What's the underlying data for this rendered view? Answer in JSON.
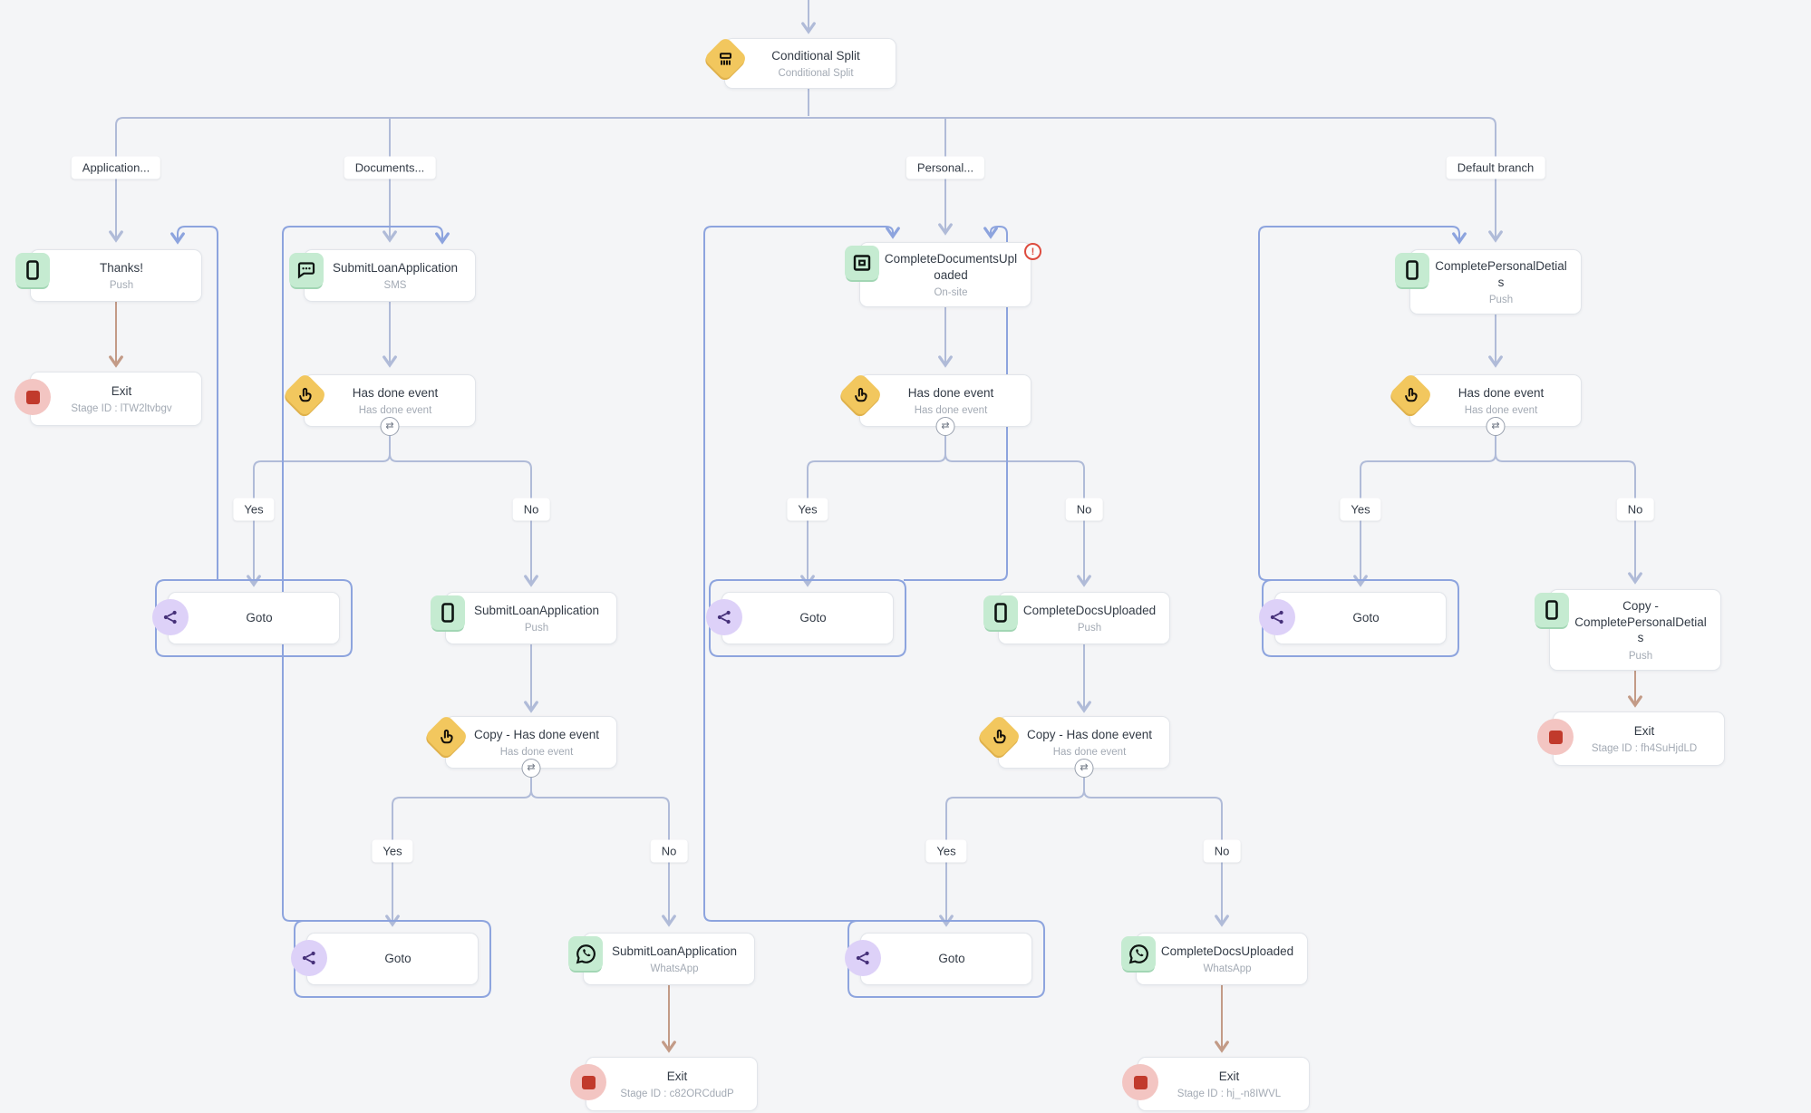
{
  "colors": {
    "background": "#f4f5f7",
    "connector_blue": "#b0bbd8",
    "goto_connector_blue": "#8da4de",
    "exit_connector_brown": "#c39b87",
    "channel_icon_green": "#c5ebd1",
    "event_icon_amber": "#f2c75e",
    "goto_icon_purple": "#ddd1f8",
    "exit_icon_pink": "#f3c5c2",
    "exit_icon_red": "#c13a2c",
    "warning_red": "#dd4b3e"
  },
  "labels": {
    "yes": "Yes",
    "no": "No"
  },
  "branch_labels": {
    "application": "Application...",
    "documents": "Documents...",
    "personal": "Personal...",
    "default": "Default branch"
  },
  "nodes": {
    "root": {
      "title": "Conditional Split",
      "subtitle": "Conditional Split",
      "icon": "conditional-split-icon"
    },
    "thanks": {
      "title": "Thanks!",
      "subtitle": "Push",
      "icon": "mobile-push-icon"
    },
    "exit_app": {
      "title": "Exit",
      "subtitle": "Stage ID : lTW2ltvbgv",
      "icon": "exit-icon"
    },
    "submit_sms": {
      "title": "SubmitLoanApplication",
      "subtitle": "SMS",
      "icon": "sms-icon"
    },
    "hde_docs": {
      "title": "Has done event",
      "subtitle": "Has done event",
      "icon": "event-icon",
      "badge": "⇄"
    },
    "goto_docs_yes": {
      "title": "Goto",
      "icon": "goto-icon"
    },
    "submit_push": {
      "title": "SubmitLoanApplication",
      "subtitle": "Push",
      "icon": "mobile-push-icon"
    },
    "copy_hde_docs": {
      "title": "Copy - Has done event",
      "subtitle": "Has done event",
      "icon": "event-icon",
      "badge": "⇄"
    },
    "goto_docs_no_yes": {
      "title": "Goto",
      "icon": "goto-icon"
    },
    "submit_whatsapp": {
      "title": "SubmitLoanApplication",
      "subtitle": "WhatsApp",
      "icon": "whatsapp-icon"
    },
    "exit_submit": {
      "title": "Exit",
      "subtitle": "Stage ID : c82ORCdudP",
      "icon": "exit-icon"
    },
    "docs_onsite": {
      "title": "CompleteDocumentsUploaded",
      "subtitle": "On-site",
      "icon": "onsite-icon",
      "warning": "!"
    },
    "hde_personal": {
      "title": "Has done event",
      "subtitle": "Has done event",
      "icon": "event-icon",
      "badge": "⇄"
    },
    "goto_personal_yes": {
      "title": "Goto",
      "icon": "goto-icon"
    },
    "docs_push": {
      "title": "CompleteDocsUploaded",
      "subtitle": "Push",
      "icon": "mobile-push-icon"
    },
    "copy_hde_personal": {
      "title": "Copy - Has done event",
      "subtitle": "Has done event",
      "icon": "event-icon",
      "badge": "⇄"
    },
    "goto_personal_no_yes": {
      "title": "Goto",
      "icon": "goto-icon"
    },
    "docs_whatsapp": {
      "title": "CompleteDocsUploaded",
      "subtitle": "WhatsApp",
      "icon": "whatsapp-icon"
    },
    "exit_docs": {
      "title": "Exit",
      "subtitle": "Stage ID : hj_-n8IWVL",
      "icon": "exit-icon"
    },
    "personal_push": {
      "title": "CompletePersonalDetials",
      "subtitle": "Push",
      "icon": "mobile-push-icon"
    },
    "hde_default": {
      "title": "Has done event",
      "subtitle": "Has done event",
      "icon": "event-icon",
      "badge": "⇄"
    },
    "goto_default_yes": {
      "title": "Goto",
      "icon": "goto-icon"
    },
    "copy_personal_push": {
      "title": "Copy - CompletePersonalDetials",
      "subtitle": "Push",
      "icon": "mobile-push-icon"
    },
    "exit_personal": {
      "title": "Exit",
      "subtitle": "Stage ID : fh4SuHjdLD",
      "icon": "exit-icon"
    }
  }
}
